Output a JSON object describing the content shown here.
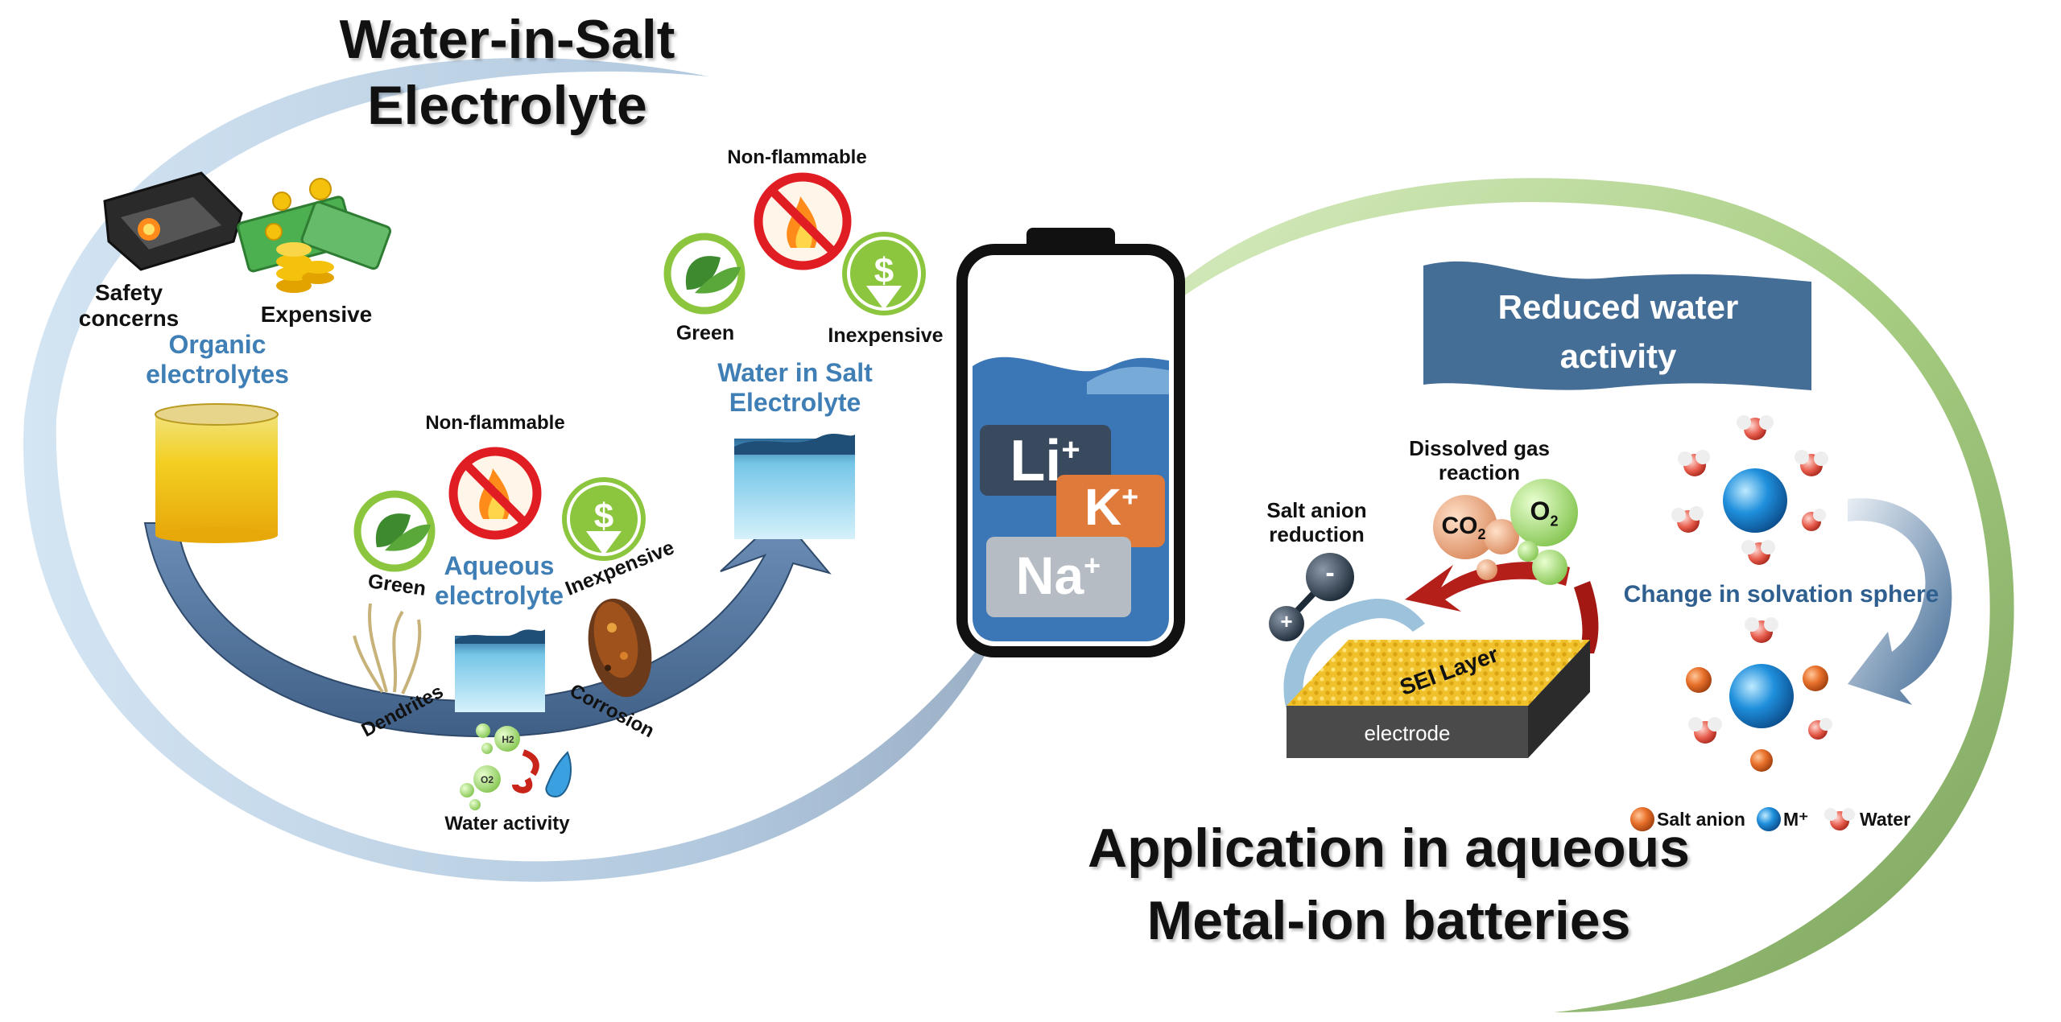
{
  "left": {
    "title_line1": "Water-in-Salt",
    "title_line2": "Electrolyte",
    "organic": {
      "safety_line1": "Safety",
      "safety_line2": "concerns",
      "expensive": "Expensive",
      "label_line1": "Organic",
      "label_line2": "electrolytes"
    },
    "aqueous": {
      "non_flammable": "Non-flammable",
      "green": "Green",
      "inexpensive": "Inexpensive",
      "label_line1": "Aqueous",
      "label_line2": "electrolyte",
      "dendrites": "Dendrites",
      "corrosion": "Corrosion",
      "water_activity": "Water activity",
      "h2": "H2",
      "o2": "O2"
    },
    "wise": {
      "non_flammable": "Non-flammable",
      "green": "Green",
      "inexpensive": "Inexpensive",
      "label_line1": "Water in Salt",
      "label_line2": "Electrolyte"
    }
  },
  "battery": {
    "li": "Li",
    "k": "K",
    "na": "Na",
    "plus": "+"
  },
  "right": {
    "banner_line1": "Reduced water",
    "banner_line2": "activity",
    "dissolved_line1": "Dissolved gas",
    "dissolved_line2": "reaction",
    "salt_anion_line1": "Salt anion",
    "salt_anion_line2": "reduction",
    "co2": "CO",
    "co2_sub": "2",
    "o2": "O",
    "o2_sub": "2",
    "minus": "-",
    "plus": "+",
    "sei": "SEI Layer",
    "electrode": "electrode",
    "solvation": "Change in solvation sphere",
    "legend": {
      "salt_anion": "Salt anion",
      "m_plus": "M⁺",
      "water": "Water"
    },
    "title_line1": "Application in aqueous",
    "title_line2": "Metal-ion batteries"
  },
  "colors": {
    "arc_blue": "#c7dcee",
    "arc_green": "#b8d98e",
    "arrow_blue": "#5b7fa8",
    "battery_water": "#3b76b6",
    "banner": "#456e96",
    "li_box": "#3a4a5e",
    "k_box": "#e07a3a",
    "na_box": "#b5bcc4",
    "label_blue": "#3f7fb5",
    "sei_gold": "#f0c12a",
    "electrode_grey": "#4a4a4a"
  }
}
